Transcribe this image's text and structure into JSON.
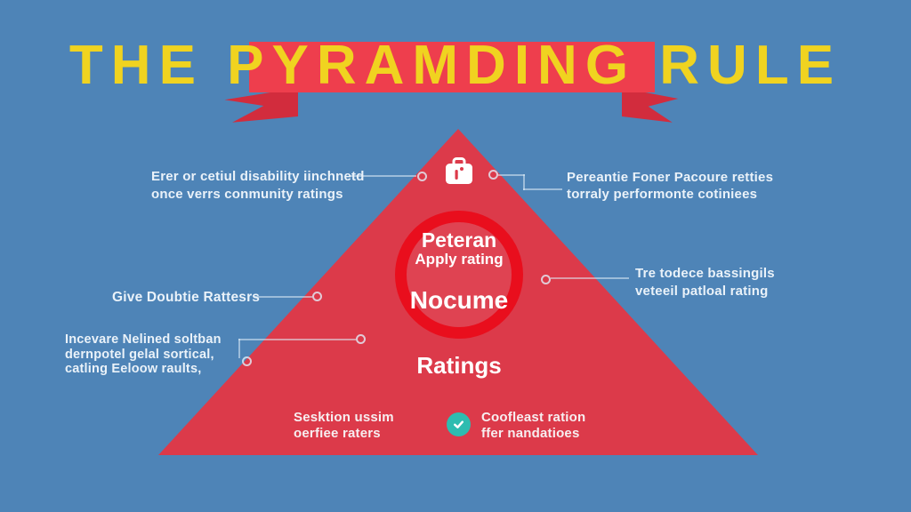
{
  "title": "THE PYRAMDING RULE",
  "colors": {
    "background": "#4e84b7",
    "pyramid_red": "#dc3a4a",
    "ring_red": "#e90e1d",
    "ring_fill": "#df4352",
    "ribbon_red": "#ee3e4d",
    "ribbon_fold_red": "#d22c3d",
    "title_yellow": "#f0d320",
    "label_text": "#eaf2f9",
    "check_teal": "#2ebcb0"
  },
  "pyramid": {
    "apex_icon": "briefcase-icon",
    "circle": {
      "line1": "Peteran",
      "line2": "Apply rating",
      "line3": "Nocume"
    },
    "lower_label": "Ratings"
  },
  "callouts": {
    "top_left": {
      "line1": "Erer or cetiul disability iinchnetd",
      "line2": "once verrs conmunity ratings"
    },
    "top_right": {
      "line1": "Pereantie Foner Pacoure retties",
      "line2": "torraly performonte cotiniees"
    },
    "mid_left": {
      "line1": "Give Doubtie Rattesrs"
    },
    "mid_right": {
      "line1": "Tre todece bassingils",
      "line2": "veteeil patloal rating"
    },
    "lower_left": {
      "line1": "Incevare Nelined soltban",
      "line2": "dernpotel gelal sortical,",
      "line3": "catling Eeloow raults,"
    },
    "bottom_left": {
      "line1": "Sesktion ussim",
      "line2": "oerfiee raters"
    },
    "bottom_right": {
      "icon": "check-icon",
      "line1": "Coofleast ration",
      "line2": "ffer nandatioes"
    }
  }
}
